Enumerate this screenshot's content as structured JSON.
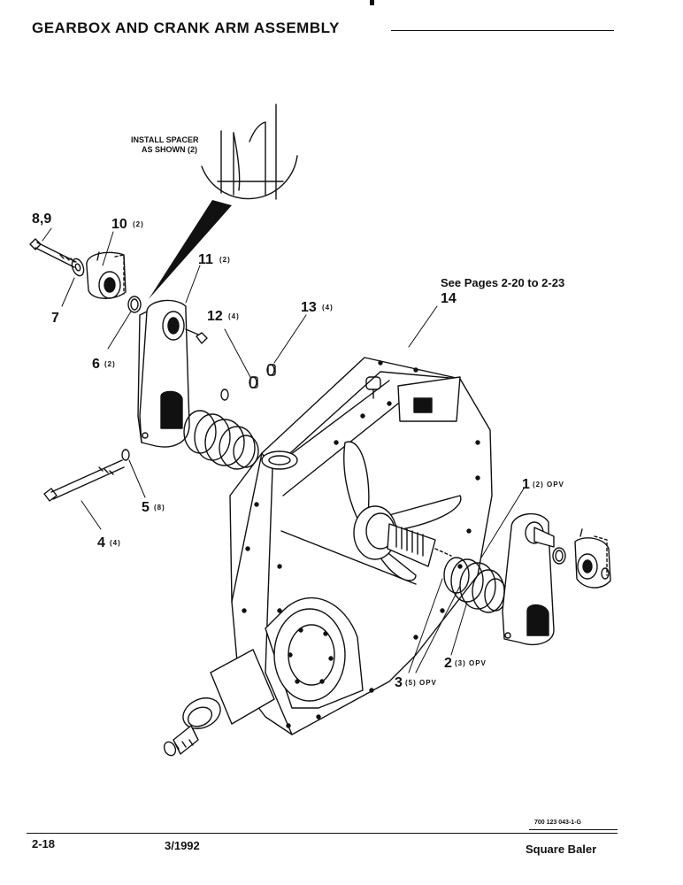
{
  "header": {
    "title": "GEARBOX AND CRANK ARM ASSEMBLY"
  },
  "callout": {
    "line1": "INSTALL SPACER",
    "line2": "AS SHOWN (2)"
  },
  "labels": {
    "l89": "8,9",
    "l10": "10",
    "l10q": "(2)",
    "l7": "7",
    "l11": "11",
    "l11q": "(2)",
    "l6": "6",
    "l6q": "(2)",
    "l12": "12",
    "l12q": "(4)",
    "l13": "13",
    "l13q": "(4)",
    "see": "See Pages 2-20 to 2-23",
    "l14": "14",
    "l5": "5",
    "l5q": "(8)",
    "l4": "4",
    "l4q": "(4)",
    "l1": "1",
    "l1q": "(2) OPV",
    "l2": "2",
    "l2q": "(3) OPV",
    "l3": "3",
    "l3q": "(5) OPV"
  },
  "footer": {
    "code": "700 123 043-1-G",
    "page": "2-18",
    "date": "3/1992",
    "product": "Square Baler"
  }
}
